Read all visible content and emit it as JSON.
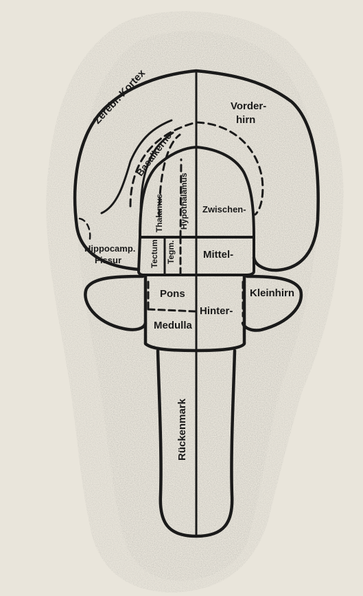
{
  "diagram": {
    "labels": {
      "zerebr_kortex": "Zerebr. Kortex",
      "basalkerne": "Basalkerne",
      "vorderhirn_1": "Vorder-",
      "vorderhirn_2": "hirn",
      "thalamus": "Thalamus",
      "hypothalamus": "Hypothalamus",
      "zwischen": "Zwischen-",
      "hippocampus": "Hippocamp.",
      "fissur": "Fissur",
      "tectum": "Tectum",
      "tegmentum": "Tegm.",
      "mittel": "Mittel-",
      "pons": "Pons",
      "hinter": "Hinter-",
      "kleinhirn": "Kleinhirn",
      "medulla": "Medulla",
      "rueckenmark": "Rückenmark"
    },
    "colors": {
      "paper": "#e9e5db",
      "shading": "#a9a59d",
      "ink": "#1a1a1a"
    }
  }
}
